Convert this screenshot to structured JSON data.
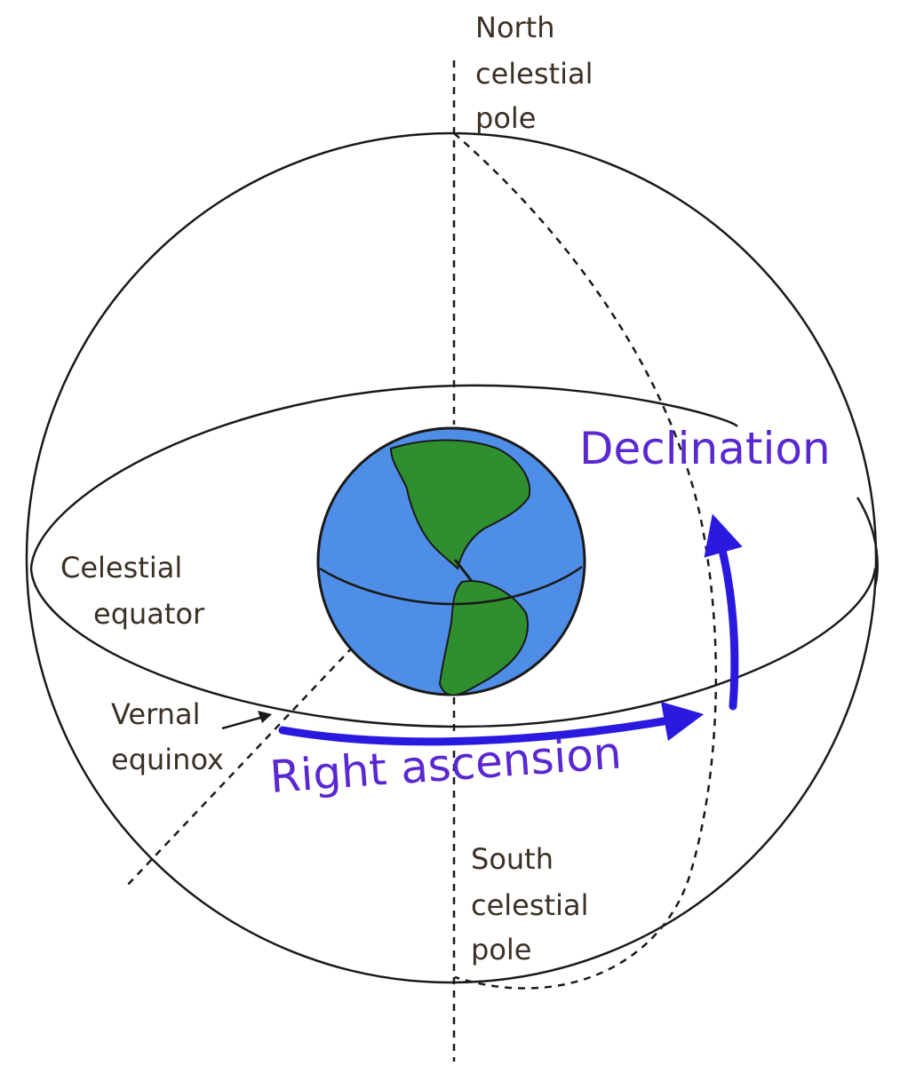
{
  "labels": {
    "north_pole": [
      "North",
      "celestial",
      "pole"
    ],
    "south_pole": [
      "South",
      "celestial",
      "pole"
    ],
    "celestial_equator": [
      "Celestial",
      "equator"
    ],
    "vernal_equinox": [
      "Vernal",
      "equinox"
    ],
    "declination": "Declination",
    "right_ascension": "Right ascension"
  },
  "colors": {
    "arrow": "#2a1ae0",
    "highlight_text": "#5a28d0",
    "label_text": "#3a3126",
    "ocean": "#4f8ee6",
    "land": "#2f8f2f",
    "line": "#1a1a1a"
  }
}
